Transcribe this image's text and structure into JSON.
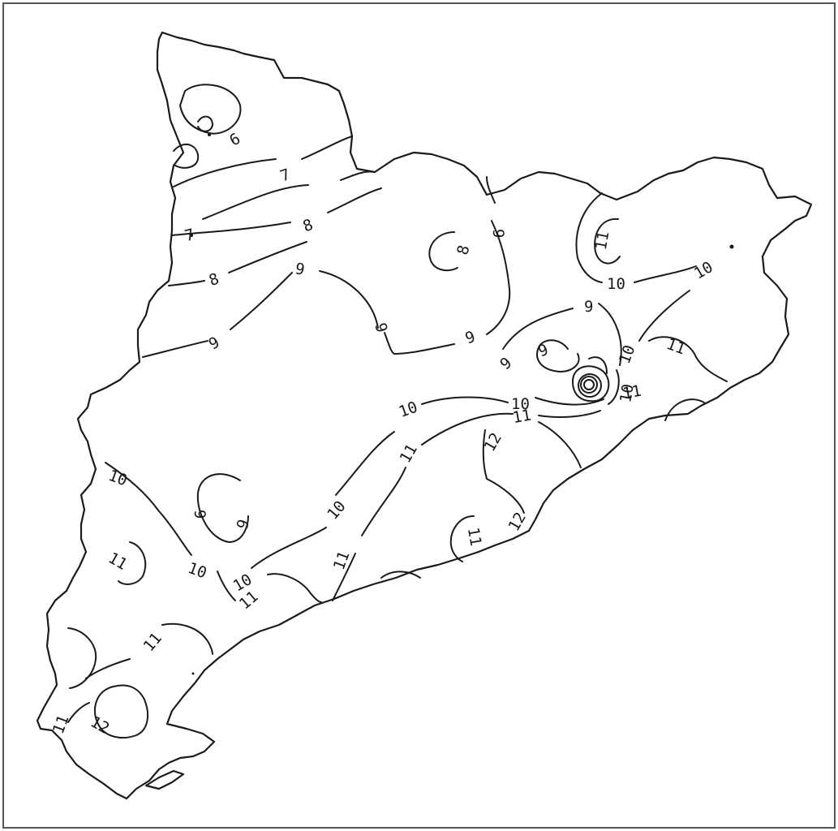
{
  "map": {
    "labels": {
      "l6a": "6",
      "l7a": "7",
      "l7b": "7",
      "l8a": "8",
      "l8b": "8",
      "l8c": "8",
      "l9a": "9",
      "l9b": "9",
      "l9c": "9",
      "l9d": "9",
      "l9e": "9",
      "l9f": "9",
      "l9g": "9",
      "l9h": "9",
      "l9i": "9",
      "l10a": "10",
      "l10b": "10",
      "l10c": "10",
      "l10d": "10",
      "l10e": "10",
      "l10f": "10",
      "l10g": "10",
      "l10h": "10",
      "l10i": "10",
      "l10j": "10",
      "l11a": "11",
      "l11b": "11",
      "l11c": "11",
      "l11d": "11",
      "l11e": "11",
      "l11f": "11",
      "l11g": "11",
      "l11h": "11",
      "l11i": "11",
      "l11j": "11",
      "l12a": "12",
      "l12b": "12",
      "l12c": "12"
    }
  }
}
